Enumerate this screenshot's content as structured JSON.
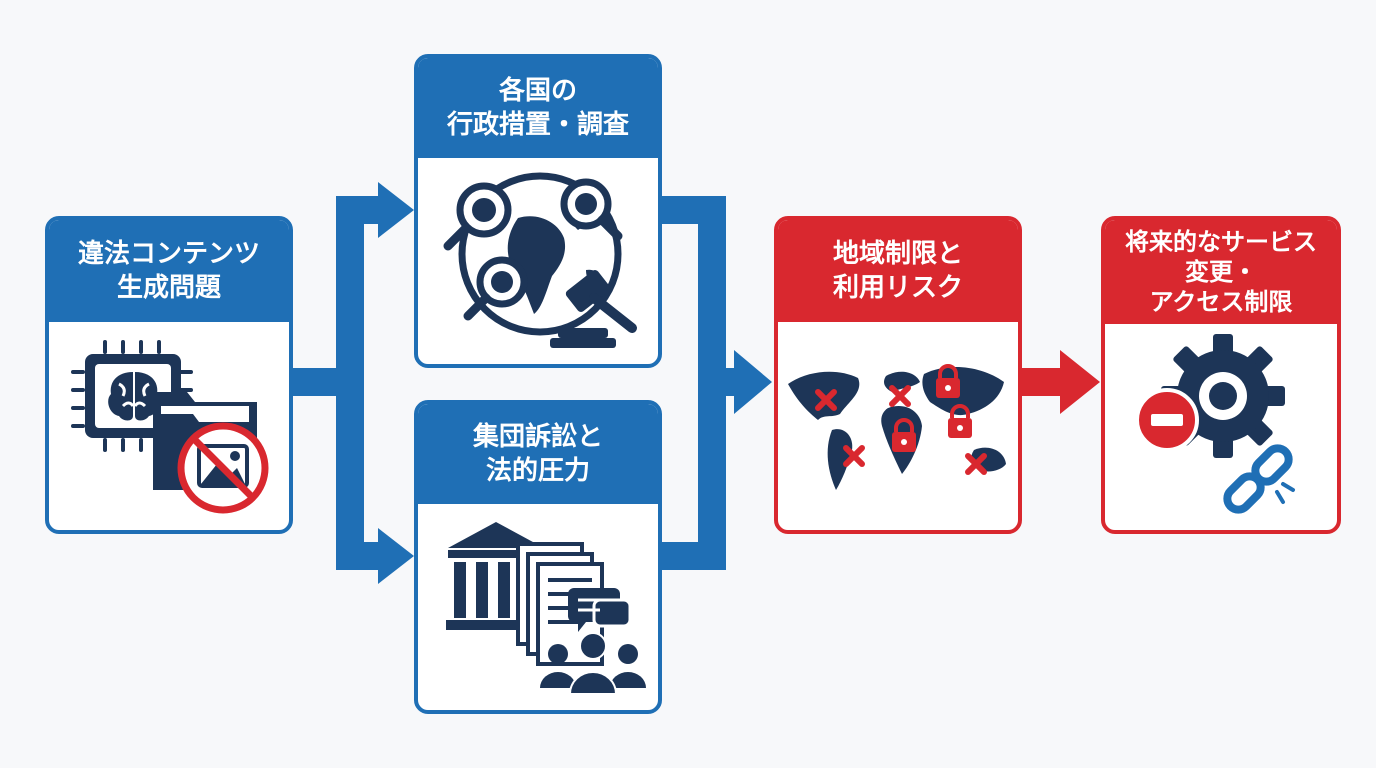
{
  "colors": {
    "blue": "#1f6fb5",
    "navy": "#1d3557",
    "red": "#d9282f",
    "white": "#ffffff"
  },
  "nodes": {
    "illegal_content": {
      "title_lines": [
        "違法コンテンツ",
        "生成問題"
      ],
      "icons": [
        "ai-chip-brain-icon",
        "folder-icon",
        "prohibited-image-icon"
      ]
    },
    "government_action": {
      "title_lines": [
        "各国の",
        "行政措置・調査"
      ],
      "icons": [
        "globe-icon",
        "magnifier-icon",
        "gavel-icon"
      ]
    },
    "class_action": {
      "title_lines": [
        "集団訴訟と",
        "法的圧力"
      ],
      "icons": [
        "courthouse-icon",
        "documents-icon",
        "chat-icon",
        "people-group-icon"
      ]
    },
    "regional_restriction": {
      "title_lines": [
        "地域制限と",
        "利用リスク"
      ],
      "icons": [
        "world-map-icon",
        "lock-icon",
        "red-x-icon"
      ]
    },
    "future_change": {
      "title_lines": [
        "将来的なサービス",
        "変更・",
        "アクセス制限"
      ],
      "icons": [
        "gear-icon",
        "minus-circle-icon",
        "broken-link-icon"
      ]
    }
  }
}
